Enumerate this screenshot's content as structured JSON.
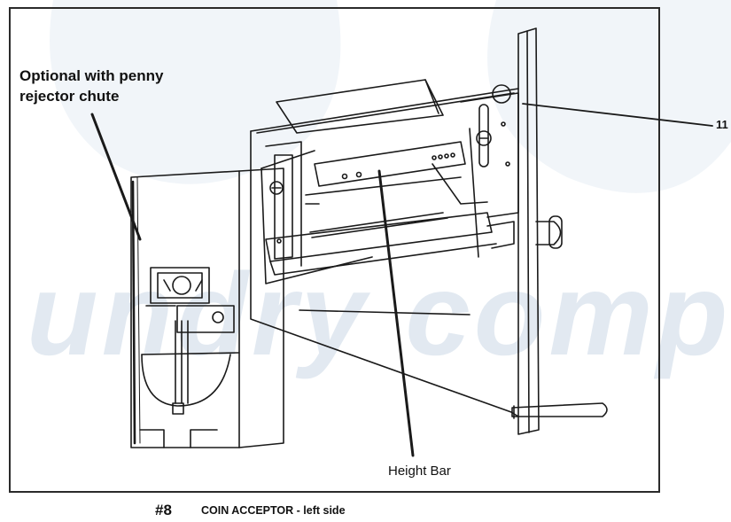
{
  "watermark": {
    "text": "undry compa",
    "color": "#dde6ef"
  },
  "callouts": {
    "optional_line1": "Optional with penny",
    "optional_line2": "rejector chute",
    "part_number": "11",
    "height_bar": "Height Bar"
  },
  "caption": {
    "figure_number": "#8",
    "title": "COIN ACCEPTOR - left side"
  },
  "colors": {
    "ink": "#1a1a1a",
    "frame": "#2a2a2a",
    "watermark": "#dde6ef"
  }
}
